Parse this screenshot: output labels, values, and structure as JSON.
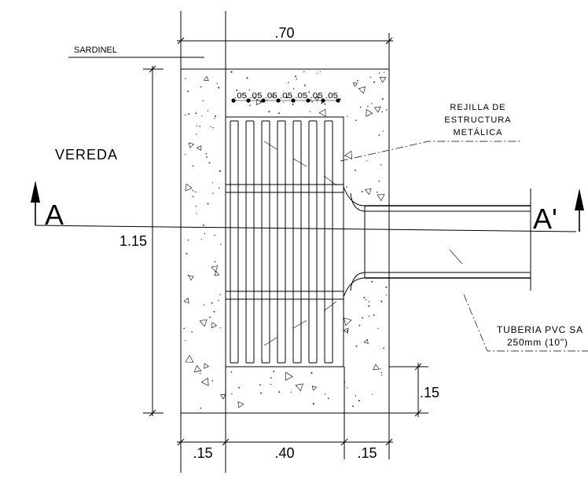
{
  "labels": {
    "sardinel": "SARDINEL",
    "vereda": "VEREDA",
    "rejilla_1": "REJILLA DE",
    "rejilla_2": "ESTRUCTURA",
    "rejilla_3": "METÁLICA",
    "tuberia_1": "TUBERIA PVC SA",
    "tuberia_2": "250mm (10\")",
    "section_left": "A",
    "section_right": "A'"
  },
  "dimensions": {
    "top_width": ".70",
    "height": "1.15",
    "bottom_left": ".15",
    "bottom_mid": ".40",
    "bottom_right": ".15",
    "right_small": ".15",
    "bar_spacing": ".05 .05 .05 .05 .05 .05 .05"
  }
}
